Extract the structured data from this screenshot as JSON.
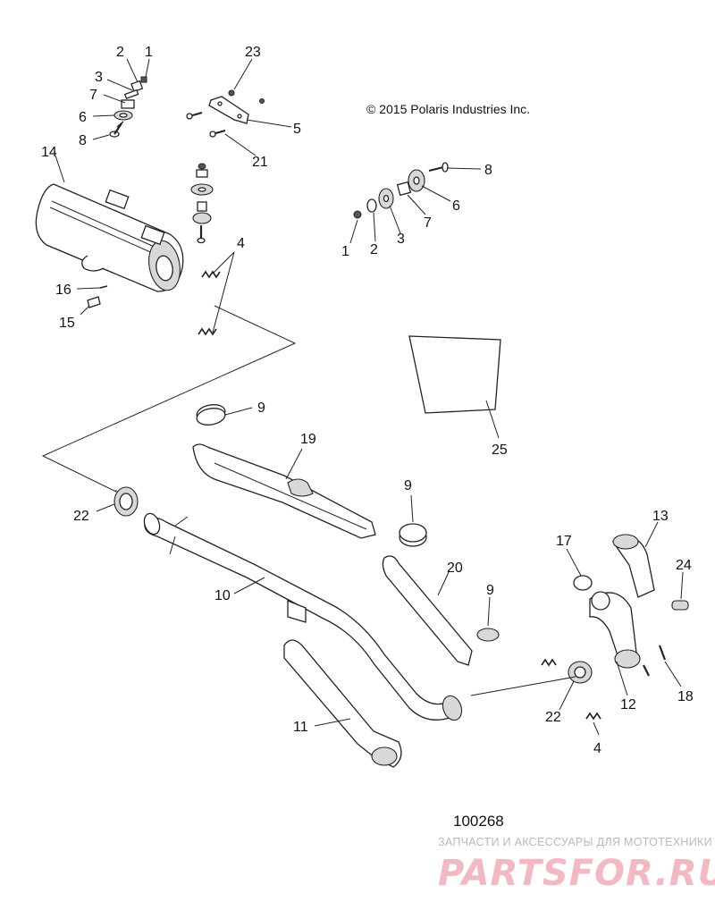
{
  "copyright": "© 2015 Polaris Industries Inc.",
  "figure_number": "100268",
  "watermark": {
    "tagline": "ЗАПЧАСТИ И АКСЕССУАРЫ ДЛЯ МОТОТЕХНИКИ",
    "brand": "PARTSFOR.RU"
  },
  "callouts": [
    {
      "id": "c1a",
      "text": "2"
    },
    {
      "id": "c1b",
      "text": "1"
    },
    {
      "id": "c1c",
      "text": "3"
    },
    {
      "id": "c1d",
      "text": "7"
    },
    {
      "id": "c1e",
      "text": "6"
    },
    {
      "id": "c1f",
      "text": "8"
    },
    {
      "id": "c23",
      "text": "23"
    },
    {
      "id": "c5",
      "text": "5"
    },
    {
      "id": "c21",
      "text": "21"
    },
    {
      "id": "c14",
      "text": "14"
    },
    {
      "id": "c4a",
      "text": "4"
    },
    {
      "id": "c16",
      "text": "16"
    },
    {
      "id": "c15",
      "text": "15"
    },
    {
      "id": "c8b",
      "text": "8"
    },
    {
      "id": "c6b",
      "text": "6"
    },
    {
      "id": "c7b",
      "text": "7"
    },
    {
      "id": "c3b",
      "text": "3"
    },
    {
      "id": "c2b",
      "text": "2"
    },
    {
      "id": "c1g",
      "text": "1"
    },
    {
      "id": "c25",
      "text": "25"
    },
    {
      "id": "c9a",
      "text": "9"
    },
    {
      "id": "c19",
      "text": "19"
    },
    {
      "id": "c22a",
      "text": "22"
    },
    {
      "id": "c9b",
      "text": "9"
    },
    {
      "id": "c10",
      "text": "10"
    },
    {
      "id": "c20",
      "text": "20"
    },
    {
      "id": "c9c",
      "text": "9"
    },
    {
      "id": "c13",
      "text": "13"
    },
    {
      "id": "c17",
      "text": "17"
    },
    {
      "id": "c24",
      "text": "24"
    },
    {
      "id": "c11",
      "text": "11"
    },
    {
      "id": "c22b",
      "text": "22"
    },
    {
      "id": "c12",
      "text": "12"
    },
    {
      "id": "c18",
      "text": "18"
    },
    {
      "id": "c4b",
      "text": "4"
    }
  ]
}
